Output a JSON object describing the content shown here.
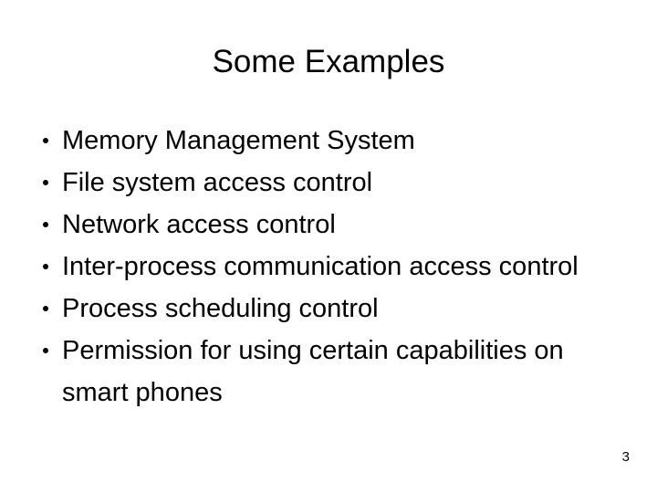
{
  "slide": {
    "title": "Some Examples",
    "page_number": "3",
    "background_color": "#ffffff",
    "text_color": "#000000",
    "bullet_marker": "bullet-dot",
    "bullets": [
      {
        "text": "Memory Management System"
      },
      {
        "text": "File system access control"
      },
      {
        "text": "Network access control"
      },
      {
        "text": "Inter-process communication access control"
      },
      {
        "text": "Process scheduling control"
      },
      {
        "text": "Permission for using certain capabilities on smart phones"
      }
    ]
  }
}
